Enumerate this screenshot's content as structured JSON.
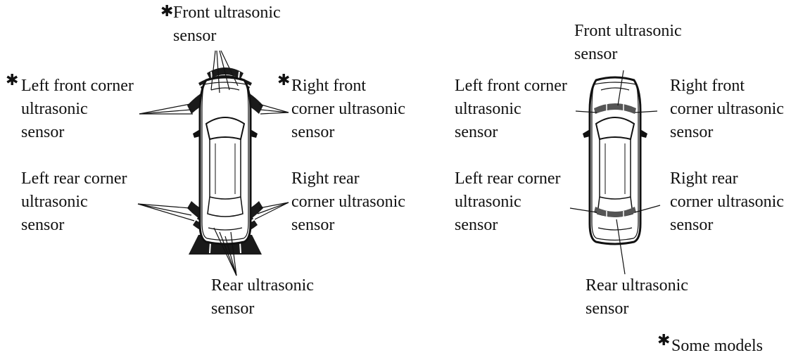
{
  "marker": "✱",
  "colors": {
    "ink": "#111111",
    "zone": "#1a1a1a",
    "sensor": "#555555",
    "paper": "#ffffff"
  },
  "left_diagram": {
    "front": {
      "lines": [
        "Front ultrasonic",
        "sensor"
      ],
      "starred": true
    },
    "left_front": {
      "lines": [
        "Left front corner",
        "ultrasonic",
        "sensor"
      ],
      "starred": true
    },
    "right_front": {
      "lines": [
        "Right front",
        "corner ultrasonic",
        "sensor"
      ],
      "starred": true
    },
    "left_rear": {
      "lines": [
        "Left rear corner",
        "ultrasonic",
        "sensor"
      ],
      "starred": false
    },
    "right_rear": {
      "lines": [
        "Right rear",
        "corner ultrasonic",
        "sensor"
      ],
      "starred": false
    },
    "rear": {
      "lines": [
        "Rear ultrasonic",
        "sensor"
      ],
      "starred": false
    }
  },
  "right_diagram": {
    "front": {
      "lines": [
        "Front ultrasonic",
        "sensor"
      ]
    },
    "left_front": {
      "lines": [
        "Left front corner",
        "ultrasonic",
        "sensor"
      ]
    },
    "right_front": {
      "lines": [
        "Right front",
        "corner ultrasonic",
        "sensor"
      ]
    },
    "left_rear": {
      "lines": [
        "Left rear corner",
        "ultrasonic",
        "sensor"
      ]
    },
    "right_rear": {
      "lines": [
        "Right rear",
        "corner ultrasonic",
        "sensor"
      ]
    },
    "rear": {
      "lines": [
        "Rear ultrasonic",
        "sensor"
      ]
    }
  },
  "footnote": {
    "text": "Some models"
  }
}
